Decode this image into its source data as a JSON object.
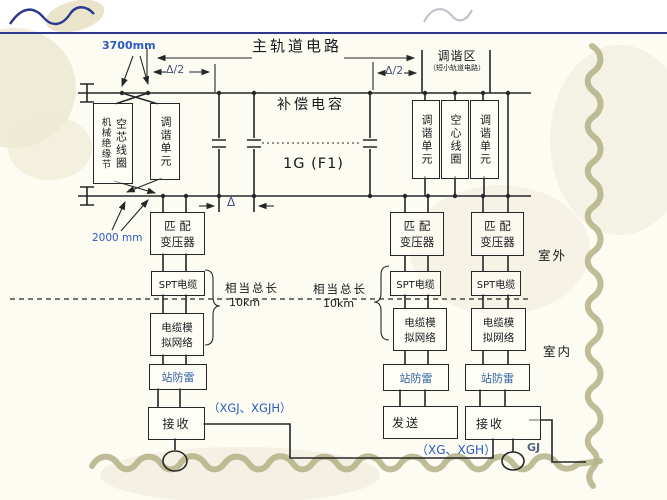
{
  "title_labels": {
    "main_track": "主轨道电路",
    "tuning_zone": "调谐区",
    "tuning_zone_sub": "（短小轨道电路）",
    "compensation": "补偿电容",
    "circuit_id": "1G (F1)"
  },
  "dimensions": {
    "d3700": "3700mm",
    "d2000": "2000 mm",
    "half_delta_left": "Δ/2",
    "half_delta_right": "Δ/2",
    "delta": "Δ"
  },
  "left_assembly": {
    "mech_joint": "机械绝缘节",
    "air_coil": "空芯线圈",
    "tuning_unit": "调谐单元"
  },
  "right_assembly": {
    "tuning_unit_left": "调谐单元",
    "air_coil": "空心线圈",
    "tuning_unit_right": "调谐单元"
  },
  "equiv_length": {
    "line1": "相当总长",
    "line2": "10km"
  },
  "chains": [
    {
      "transformer_line1": "匹 配",
      "transformer_line2": "变压器",
      "cable": "SPT电缆",
      "sim_line1": "电缆模",
      "sim_line2": "拟网络",
      "lightning": "站防雷",
      "terminal": "接收"
    },
    {
      "transformer_line1": "匹 配",
      "transformer_line2": "变压器",
      "cable": "SPT电缆",
      "sim_line1": "电缆模",
      "sim_line2": "拟网络",
      "lightning": "站防雷",
      "terminal": "发送"
    },
    {
      "transformer_line1": "匹 配",
      "transformer_line2": "变压器",
      "cable": "SPT电缆",
      "sim_line1": "电缆模",
      "sim_line2": "拟网络",
      "lightning": "站防雷",
      "terminal": "接收"
    }
  ],
  "annotations": {
    "xgj": "（XGJ、XGJH）",
    "xg": "（XG、XGH）",
    "gj": "GJ",
    "outdoor": "室外",
    "indoor": "室内"
  },
  "colors": {
    "line": "#26262a",
    "blue_note": "#2b59c3",
    "navy_border": "#2b3990",
    "olive_vine": "#b3b286",
    "dim_label": "#44517c",
    "lightning_text": "#2e5fa3",
    "gj_label": "#55617c"
  }
}
